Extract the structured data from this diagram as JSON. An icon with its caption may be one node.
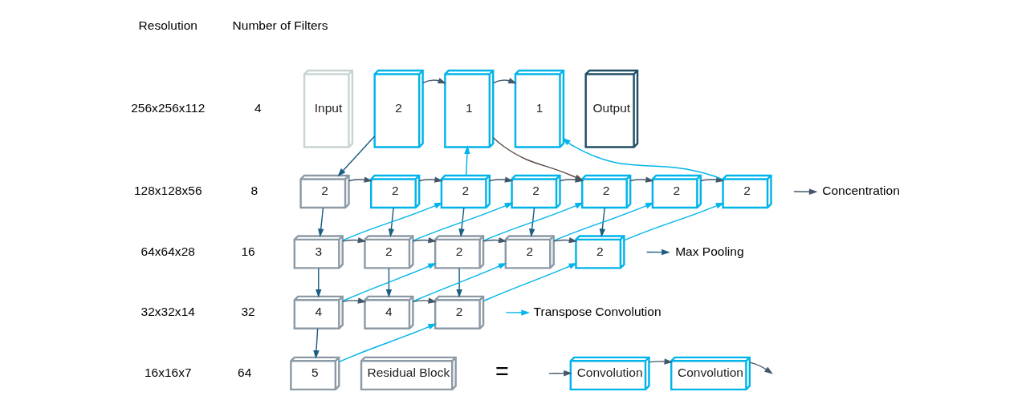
{
  "diagram": {
    "nodes": [
      {
        "text": [
          "Input"
        ]
      },
      {
        "text": [
          "2"
        ]
      },
      {
        "text": [
          "1"
        ]
      },
      {
        "text": [
          "1"
        ]
      },
      {
        "text": [
          "Output"
        ]
      },
      {
        "text": [
          "2"
        ]
      },
      {
        "text": [
          "2"
        ]
      },
      {
        "text": [
          "2"
        ]
      },
      {
        "text": [
          "2"
        ]
      },
      {
        "text": [
          "2"
        ]
      },
      {
        "text": [
          "2"
        ]
      },
      {
        "text": [
          "2"
        ]
      },
      {
        "text": [
          "3"
        ]
      },
      {
        "text": [
          "2"
        ]
      },
      {
        "text": [
          "2"
        ]
      },
      {
        "text": [
          "2"
        ]
      },
      {
        "text": [
          "2"
        ]
      },
      {
        "text": [
          "4"
        ]
      },
      {
        "text": [
          "4"
        ]
      },
      {
        "text": [
          "2"
        ]
      },
      {
        "text": [
          "5"
        ]
      },
      {
        "text": [
          "Residual Block"
        ]
      },
      {
        "text": [
          "Convolution"
        ]
      },
      {
        "text": [
          "Convolution"
        ]
      }
    ],
    "edges": [
      {
        "from": 1,
        "to": 2,
        "arrow": "to"
      },
      {
        "from": 1,
        "to": 5,
        "arrow": "to",
        "color": "#1b5e82"
      },
      {
        "from": 2,
        "to": 3,
        "arrow": "to"
      },
      {
        "from": 2,
        "to": 9,
        "arrow": "to",
        "color": "#5b4a44"
      },
      {
        "from": 7,
        "to": 2,
        "arrow": "to",
        "color": "#00b4ea"
      },
      {
        "from": 11,
        "to": 3,
        "arrow": "to",
        "color": "#00b4ea"
      },
      {
        "from": 5,
        "to": 6,
        "arrow": "to"
      },
      {
        "from": 6,
        "to": 7,
        "arrow": "to"
      },
      {
        "from": 7,
        "to": 8,
        "arrow": "to"
      },
      {
        "from": 8,
        "to": 9,
        "arrow": "to"
      },
      {
        "from": 9,
        "to": 10,
        "arrow": "to"
      },
      {
        "from": 10,
        "to": 11,
        "arrow": "to"
      },
      {
        "from": 5,
        "to": 12,
        "arrow": "to",
        "color": "#1b5e82"
      },
      {
        "from": 6,
        "to": 13,
        "arrow": "to",
        "color": "#1b5e82"
      },
      {
        "from": 7,
        "to": 14,
        "arrow": "to",
        "color": "#1b5e82"
      },
      {
        "from": 8,
        "to": 15,
        "arrow": "to",
        "color": "#1b5e82"
      },
      {
        "from": 9,
        "to": 16,
        "arrow": "to",
        "color": "#1b5e82"
      },
      {
        "from": 12,
        "to": 7,
        "arrow": "to",
        "color": "#00b4ea"
      },
      {
        "from": 13,
        "to": 8,
        "arrow": "to",
        "color": "#00b4ea"
      },
      {
        "from": 14,
        "to": 9,
        "arrow": "to",
        "color": "#00b4ea"
      },
      {
        "from": 15,
        "to": 10,
        "arrow": "to",
        "color": "#00b4ea"
      },
      {
        "from": 16,
        "to": 11,
        "arrow": "to",
        "color": "#00b4ea"
      },
      {
        "from": 12,
        "to": 13,
        "arrow": "to"
      },
      {
        "from": 13,
        "to": 14,
        "arrow": "to"
      },
      {
        "from": 14,
        "to": 15,
        "arrow": "to"
      },
      {
        "from": 15,
        "to": 16,
        "arrow": "to"
      },
      {
        "from": 12,
        "to": 17,
        "arrow": "to",
        "color": "#1b5e82"
      },
      {
        "from": 13,
        "to": 18,
        "arrow": "to",
        "color": "#1b5e82"
      },
      {
        "from": 14,
        "to": 19,
        "arrow": "to",
        "color": "#1b5e82"
      },
      {
        "from": 17,
        "to": 14,
        "arrow": "to",
        "color": "#00b4ea"
      },
      {
        "from": 18,
        "to": 15,
        "arrow": "to",
        "color": "#00b4ea"
      },
      {
        "from": 19,
        "to": 16,
        "arrow": "to",
        "color": "#00b4ea"
      },
      {
        "from": 17,
        "to": 18,
        "arrow": "to"
      },
      {
        "from": 18,
        "to": 19,
        "arrow": "to"
      },
      {
        "from": 17,
        "to": 20,
        "arrow": "to",
        "color": "#1b5e82"
      },
      {
        "from": 20,
        "to": 19,
        "arrow": "to",
        "color": "#00b4ea"
      },
      {
        "from": null,
        "to": 22,
        "arrow": "to"
      },
      {
        "from": 22,
        "to": 23,
        "arrow": "to"
      },
      {
        "from": 23,
        "to": null,
        "arrow": "to"
      }
    ],
    "labels": [
      "Resolution",
      "Number of Filters",
      "256x256x112",
      "4",
      "128x128x56",
      "8",
      "64x64x28",
      "16",
      "32x32x14",
      "32",
      "16x16x7",
      "64",
      "="
    ],
    "legend": [
      {
        "text": "Concentration"
      },
      {
        "text": "Max Pooling"
      },
      {
        "text": "Transpose Convolution"
      }
    ]
  }
}
